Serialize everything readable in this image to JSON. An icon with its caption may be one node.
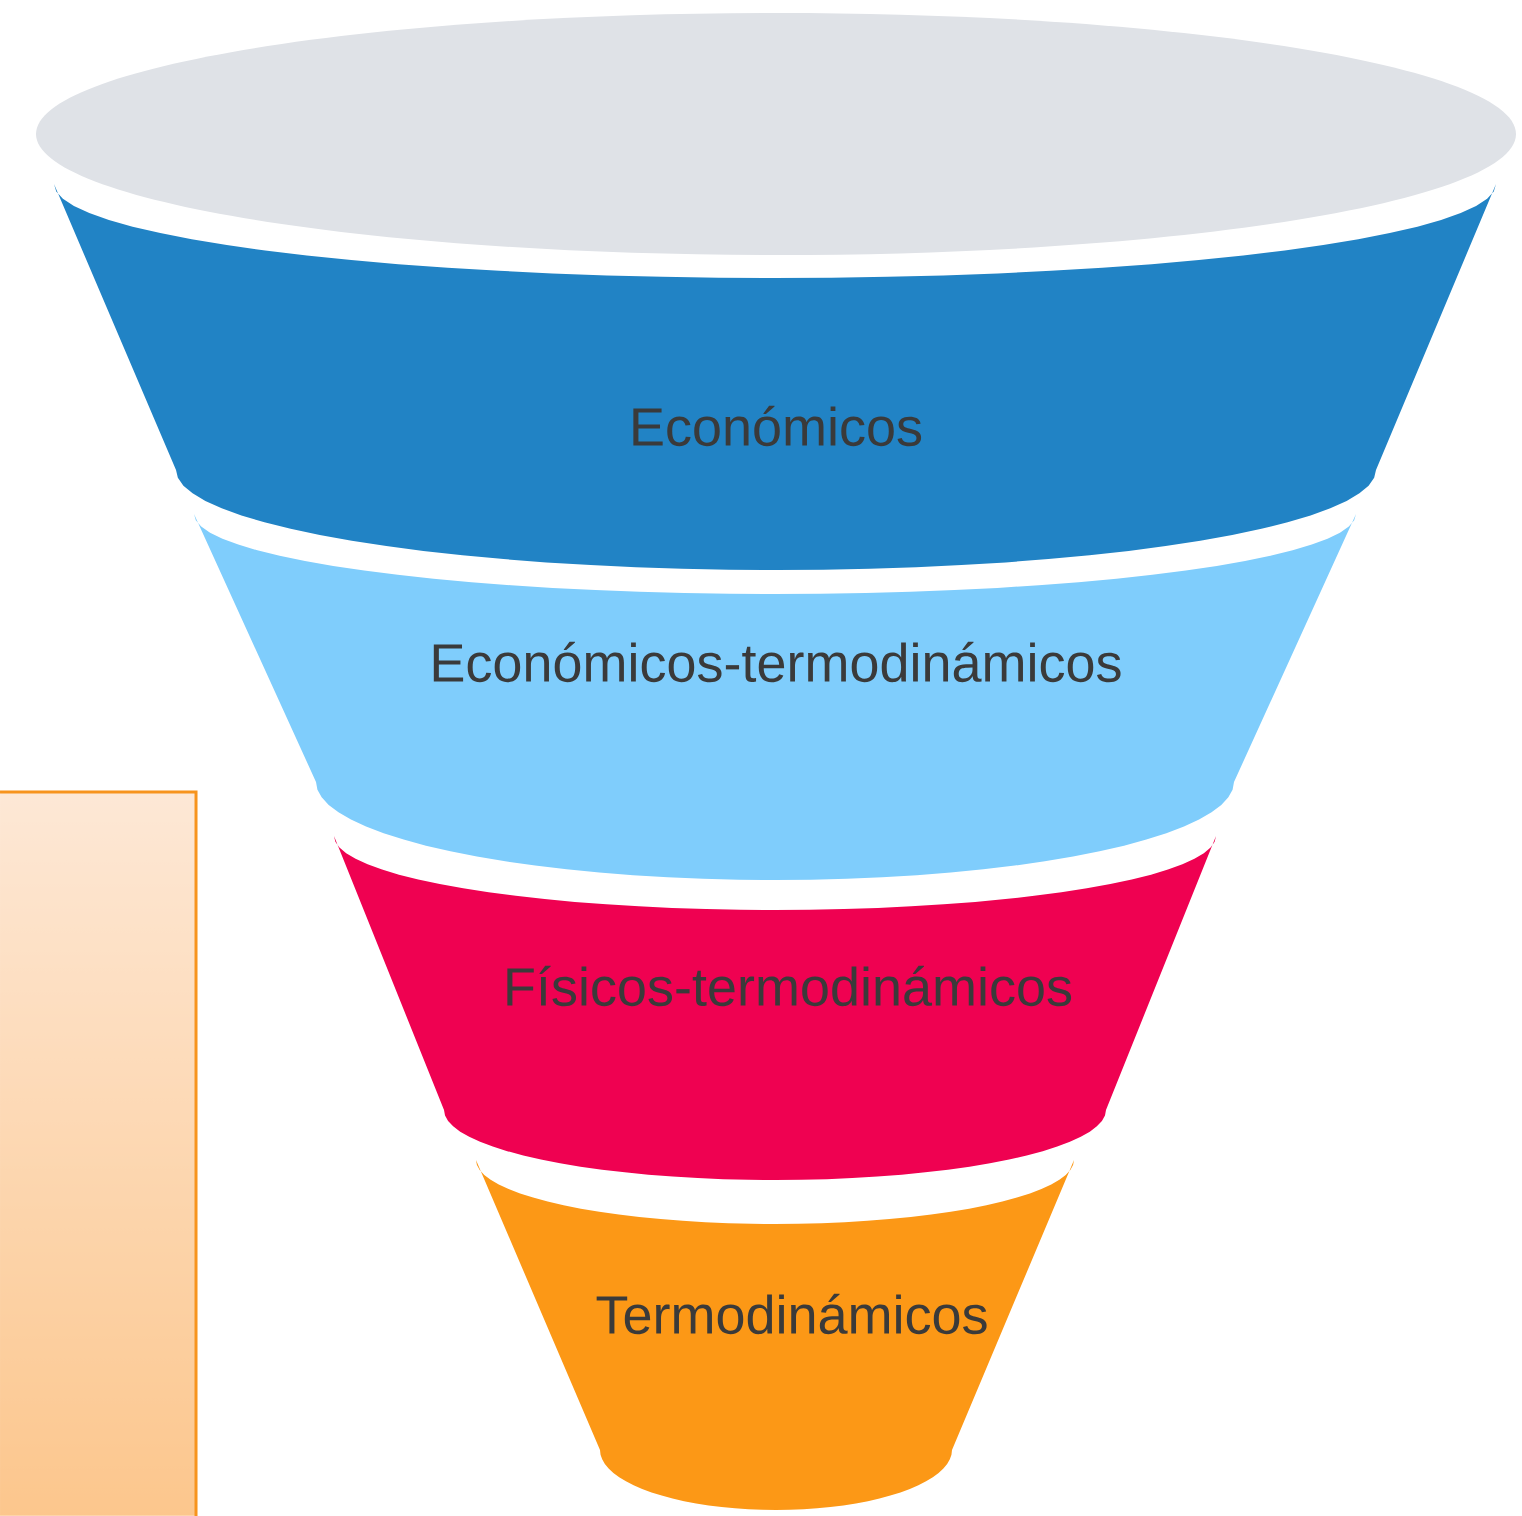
{
  "diagram": {
    "nodes": [
      {
        "text": [],
        "shape": "ellipse"
      },
      {
        "text": [
          "Económicos"
        ]
      },
      {
        "text": [
          "Económicos-termodinámicos"
        ]
      },
      {
        "text": [
          "Físicos-termodinámicos"
        ]
      },
      {
        "text": [
          "Termodinámicos"
        ]
      },
      {
        "text": [],
        "shape": "box"
      }
    ]
  }
}
